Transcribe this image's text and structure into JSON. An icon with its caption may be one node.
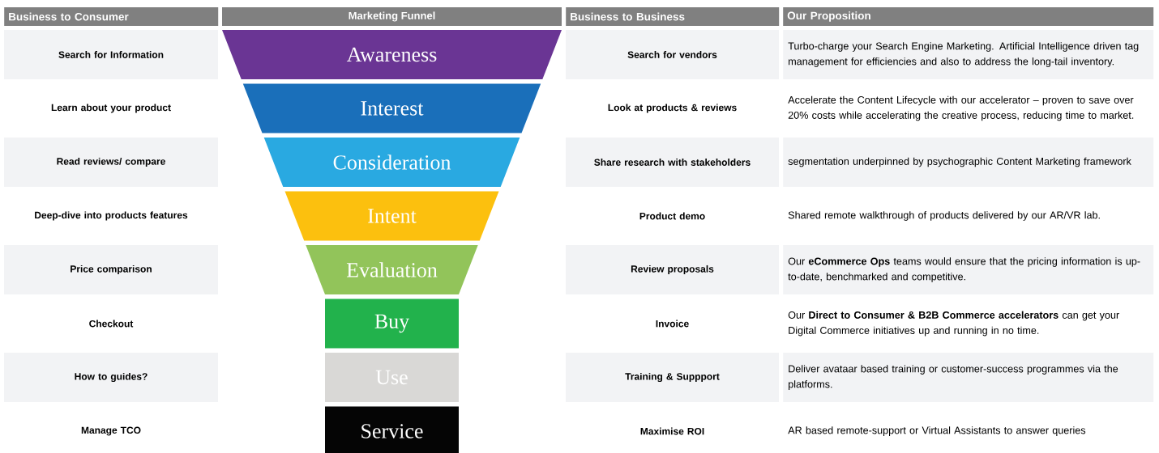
{
  "diagram": {
    "nodes": [
      {
        "text": [
          "Business to Consumer"
        ]
      },
      {
        "text": [
          "Marketing Funnel"
        ]
      },
      {
        "text": [
          "Business to Business"
        ]
      },
      {
        "text": [
          "Our Proposition"
        ]
      },
      {
        "text": [
          "Search for Information"
        ]
      },
      {
        "text": [
          "Awareness"
        ]
      },
      {
        "text": [
          "Search for vendors"
        ]
      },
      {
        "text": [
          "Turbo-charge your Search Engine Marketing. Artificial Intelligence driven tag management for efficiencies and also to address the long-tail inventory."
        ]
      },
      {
        "text": [
          "Learn about your product"
        ]
      },
      {
        "text": [
          "Interest"
        ]
      },
      {
        "text": [
          "Look at products & reviews"
        ]
      },
      {
        "text": [
          "Accelerate the Content Lifecycle with our accelerator – proven to save over 20% costs while accelerating the creative process, reducing time to market."
        ]
      },
      {
        "text": [
          "Read reviews/ compare"
        ]
      },
      {
        "text": [
          "Consideration"
        ]
      },
      {
        "text": [
          "Share research with stakeholders"
        ]
      },
      {
        "text": [
          "segmentation underpinned by psychographic Content Marketing framework"
        ]
      },
      {
        "text": [
          "Deep-dive into products features"
        ]
      },
      {
        "text": [
          "Intent"
        ]
      },
      {
        "text": [
          "Product demo"
        ]
      },
      {
        "text": [
          "Shared remote walkthrough of products delivered by our AR/VR lab."
        ]
      },
      {
        "text": [
          "Price comparison"
        ]
      },
      {
        "text": [
          "Evaluation"
        ]
      },
      {
        "text": [
          "Review proposals"
        ]
      },
      {
        "text": [
          "Our **eCommerce Ops** teams would ensure that the pricing information is up-to-date, benchmarked and competitive."
        ]
      },
      {
        "text": [
          "Checkout"
        ]
      },
      {
        "text": [
          "Buy"
        ]
      },
      {
        "text": [
          "Invoice"
        ]
      },
      {
        "text": [
          "Our **Direct to Consumer & B2B Commerce accelerators** can get your Digital Commerce initiatives up and running in no time."
        ]
      },
      {
        "text": [
          "How to guides?"
        ]
      },
      {
        "text": [
          "Use"
        ]
      },
      {
        "text": [
          "Training & Suppport"
        ]
      },
      {
        "text": [
          "Deliver avataar based training or customer-success programmes via the platforms."
        ]
      },
      {
        "text": [
          "Manage TCO"
        ]
      },
      {
        "text": [
          "Service"
        ]
      },
      {
        "text": [
          "Maximise ROI"
        ]
      },
      {
        "text": [
          "AR based remote-support or Virtual Assistants to answer queries"
        ]
      }
    ]
  }
}
